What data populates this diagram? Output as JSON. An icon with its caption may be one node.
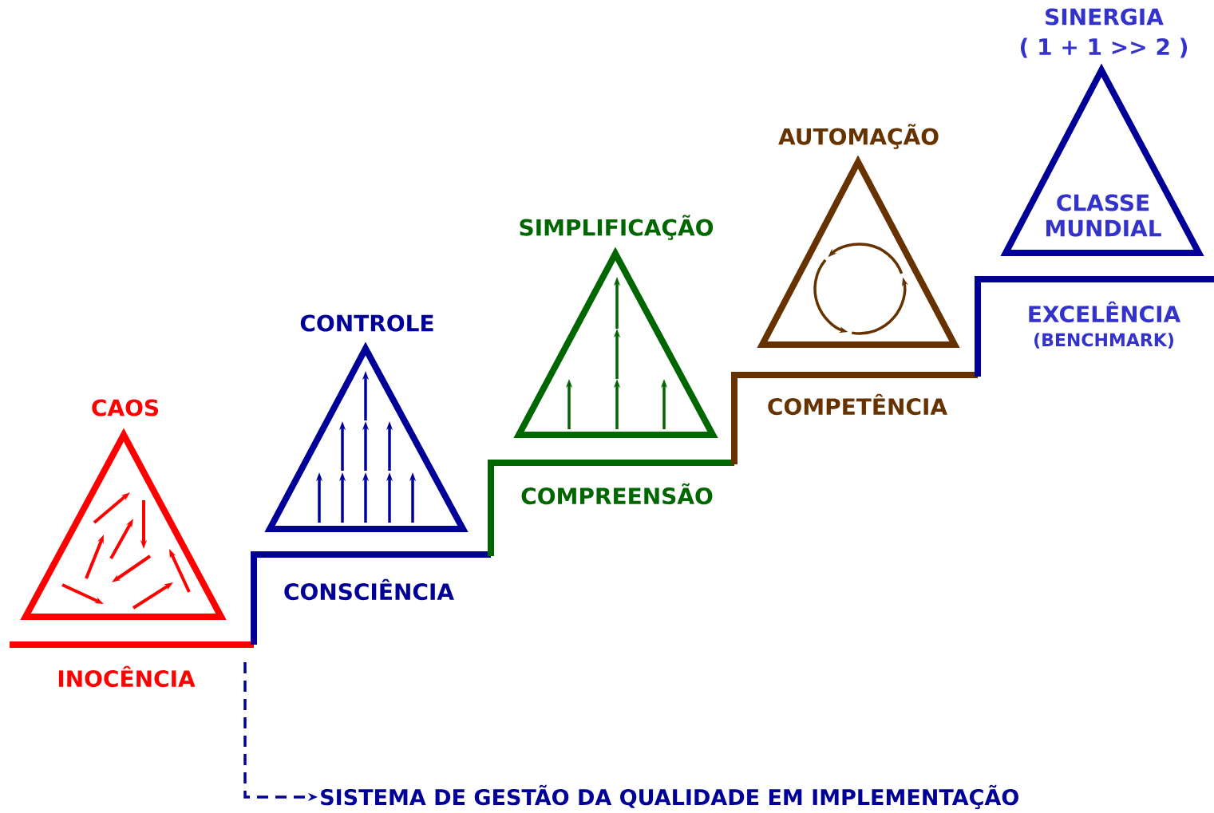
{
  "diagram": {
    "nodes": [
      {
        "text": [
          "CAOS"
        ]
      },
      {
        "text": [
          "CONTROLE"
        ]
      },
      {
        "text": [
          "SIMPLIFICAÇÃO"
        ]
      },
      {
        "text": [
          "AUTOMAÇÃO"
        ]
      },
      {
        "text": [
          "SINERGIA",
          "( 1 + 1 >> 2 )",
          "CLASSE MUNDIAL"
        ]
      },
      {
        "text": [
          "SISTEMA DE GESTÃO DA QUALIDADE EM IMPLEMENTAÇÃO"
        ]
      }
    ],
    "edges": [
      {
        "from": null,
        "to": 5,
        "arrow": "to",
        "style": "dashed"
      }
    ],
    "labels": [
      "INOCÊNCIA",
      "CONSCIÊNCIA",
      "COMPREENSÃO",
      "COMPETÊNCIA",
      "EXCELÊNCIA",
      "(BENCHMARK)"
    ]
  }
}
